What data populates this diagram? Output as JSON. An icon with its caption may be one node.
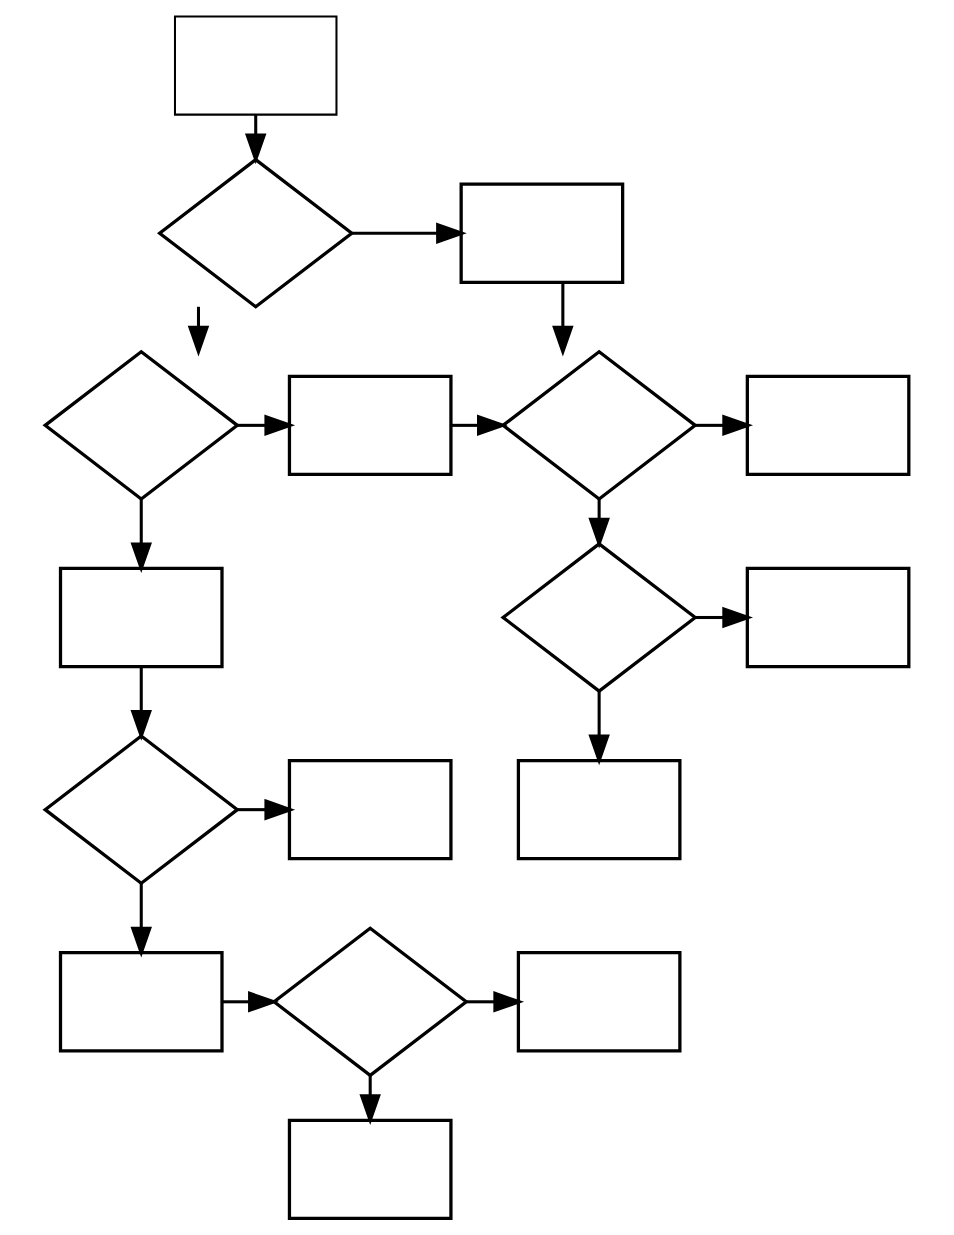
{
  "diagram": {
    "nodes": [
      {
        "text": [],
        "shape": "box"
      },
      {
        "text": [],
        "shape": "diamond"
      },
      {
        "text": [],
        "shape": "box"
      },
      {
        "text": [],
        "shape": "diamond"
      },
      {
        "text": [],
        "shape": "box"
      },
      {
        "text": [],
        "shape": "diamond"
      },
      {
        "text": [],
        "shape": "box"
      },
      {
        "text": [],
        "shape": "box"
      },
      {
        "text": [],
        "shape": "diamond"
      },
      {
        "text": [],
        "shape": "box"
      },
      {
        "text": [],
        "shape": "diamond"
      },
      {
        "text": [],
        "shape": "box"
      },
      {
        "text": [],
        "shape": "box"
      },
      {
        "text": [],
        "shape": "box"
      },
      {
        "text": [],
        "shape": "diamond"
      },
      {
        "text": [],
        "shape": "box"
      },
      {
        "text": [],
        "shape": "box"
      }
    ],
    "edges": [
      {
        "from": 0,
        "to": 1,
        "arrow": "to"
      },
      {
        "from": 1,
        "to": 2,
        "arrow": "to"
      },
      {
        "from": 1,
        "to": 3,
        "arrow": "to"
      },
      {
        "from": 2,
        "to": 5,
        "arrow": "to"
      },
      {
        "from": 3,
        "to": 4,
        "arrow": "to"
      },
      {
        "from": 3,
        "to": 7,
        "arrow": "to"
      },
      {
        "from": 4,
        "to": 5,
        "arrow": "to"
      },
      {
        "from": 5,
        "to": 6,
        "arrow": "to"
      },
      {
        "from": 5,
        "to": 8,
        "arrow": "to"
      },
      {
        "from": 8,
        "to": 9,
        "arrow": "to"
      },
      {
        "from": 8,
        "to": 12,
        "arrow": "to"
      },
      {
        "from": 7,
        "to": 10,
        "arrow": "to"
      },
      {
        "from": 10,
        "to": 11,
        "arrow": "to"
      },
      {
        "from": 10,
        "to": 13,
        "arrow": "to"
      },
      {
        "from": 13,
        "to": 14,
        "arrow": "to"
      },
      {
        "from": 14,
        "to": 15,
        "arrow": "to"
      },
      {
        "from": 14,
        "to": 16,
        "arrow": "to"
      }
    ]
  }
}
